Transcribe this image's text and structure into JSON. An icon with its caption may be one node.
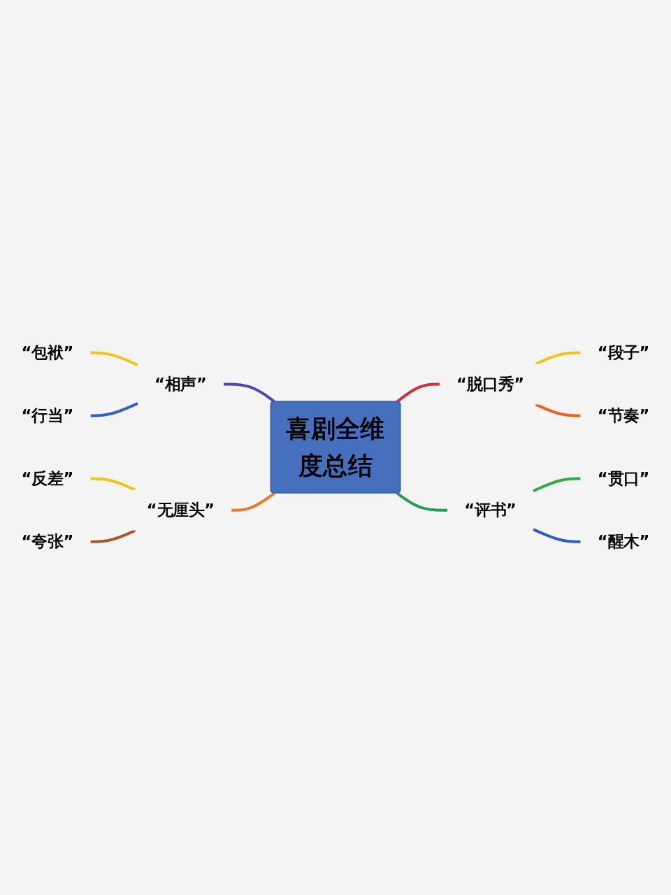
{
  "diagram": {
    "nodes": [
      {
        "text": [
          "喜剧全维度总结"
        ]
      },
      {
        "text": [
          "“相声”"
        ]
      },
      {
        "text": [
          "“包袱”"
        ]
      },
      {
        "text": [
          "“行当”"
        ]
      },
      {
        "text": [
          "“脱口秀”"
        ]
      },
      {
        "text": [
          "“段子”"
        ]
      },
      {
        "text": [
          "“节奏”"
        ]
      },
      {
        "text": [
          "“无厘头”"
        ]
      },
      {
        "text": [
          "“反差”"
        ]
      },
      {
        "text": [
          "“夸张”"
        ]
      },
      {
        "text": [
          "“评书”"
        ]
      },
      {
        "text": [
          "“贯口”"
        ]
      },
      {
        "text": [
          "“醒木”"
        ]
      }
    ],
    "edges": [
      {
        "from": 0,
        "to": 1,
        "arrow": "none",
        "color": "#5b42a8"
      },
      {
        "from": 1,
        "to": 2,
        "arrow": "none",
        "color": "#f2c418"
      },
      {
        "from": 1,
        "to": 3,
        "arrow": "none",
        "color": "#3462c2"
      },
      {
        "from": 0,
        "to": 4,
        "arrow": "none",
        "color": "#d0303c"
      },
      {
        "from": 4,
        "to": 5,
        "arrow": "none",
        "color": "#f2c418"
      },
      {
        "from": 4,
        "to": 6,
        "arrow": "none",
        "color": "#f06024"
      },
      {
        "from": 0,
        "to": 7,
        "arrow": "none",
        "color": "#f07a22"
      },
      {
        "from": 7,
        "to": 8,
        "arrow": "none",
        "color": "#f2c418"
      },
      {
        "from": 7,
        "to": 9,
        "arrow": "none",
        "color": "#a8582c"
      },
      {
        "from": 0,
        "to": 10,
        "arrow": "none",
        "color": "#22a050"
      },
      {
        "from": 10,
        "to": 11,
        "arrow": "none",
        "color": "#30a844"
      },
      {
        "from": 10,
        "to": 12,
        "arrow": "none",
        "color": "#2c5ec4"
      }
    ]
  }
}
